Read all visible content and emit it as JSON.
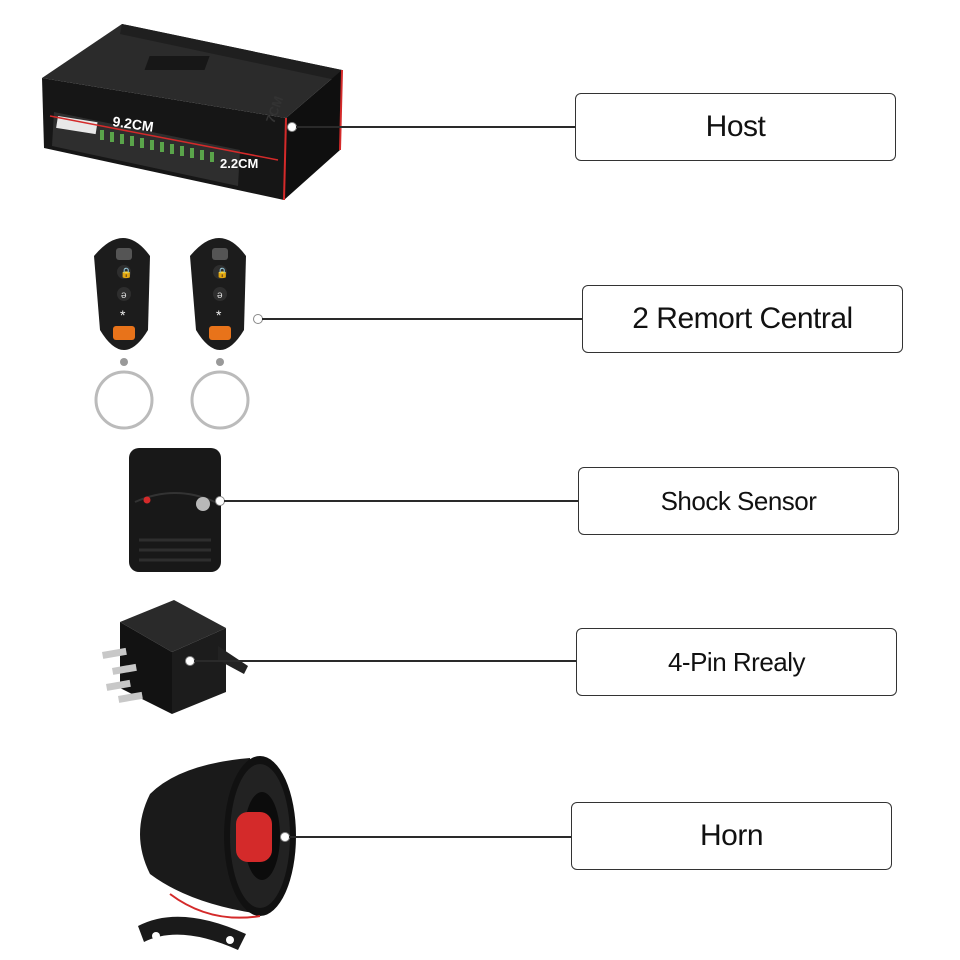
{
  "components": [
    {
      "label": "Host",
      "dimensions": {
        "length": "9.2CM",
        "width": "7CM",
        "height": "2.2CM"
      }
    },
    {
      "label": "2 Remort Central"
    },
    {
      "label": "Shock Sensor"
    },
    {
      "label": "4-Pin Rrealy"
    },
    {
      "label": "Horn"
    }
  ],
  "colors": {
    "accent": "#d42a2a",
    "body": "#1c1c1c",
    "remote_button": "#e8731a"
  }
}
